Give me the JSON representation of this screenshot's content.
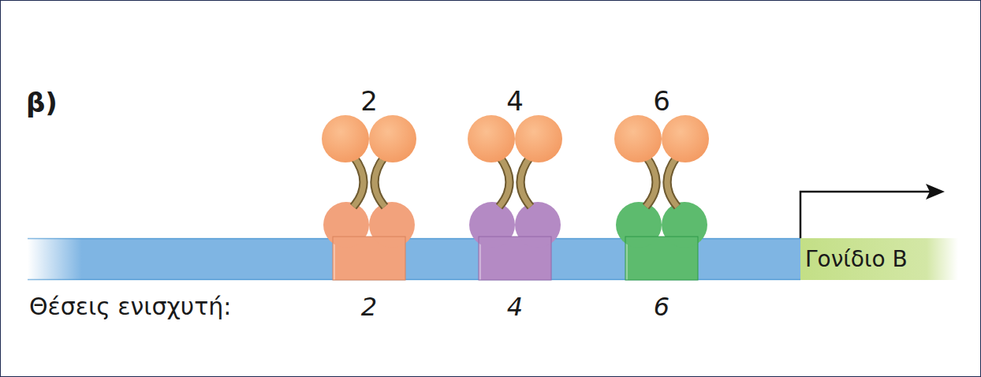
{
  "diagram": {
    "nodes": [
      {
        "text": [
          "Γονίδιο B"
        ]
      }
    ],
    "labels": [
      "β)",
      "2",
      "4",
      "6",
      "Θέσεις ενισχυτή:",
      "2",
      "4",
      "6"
    ]
  }
}
